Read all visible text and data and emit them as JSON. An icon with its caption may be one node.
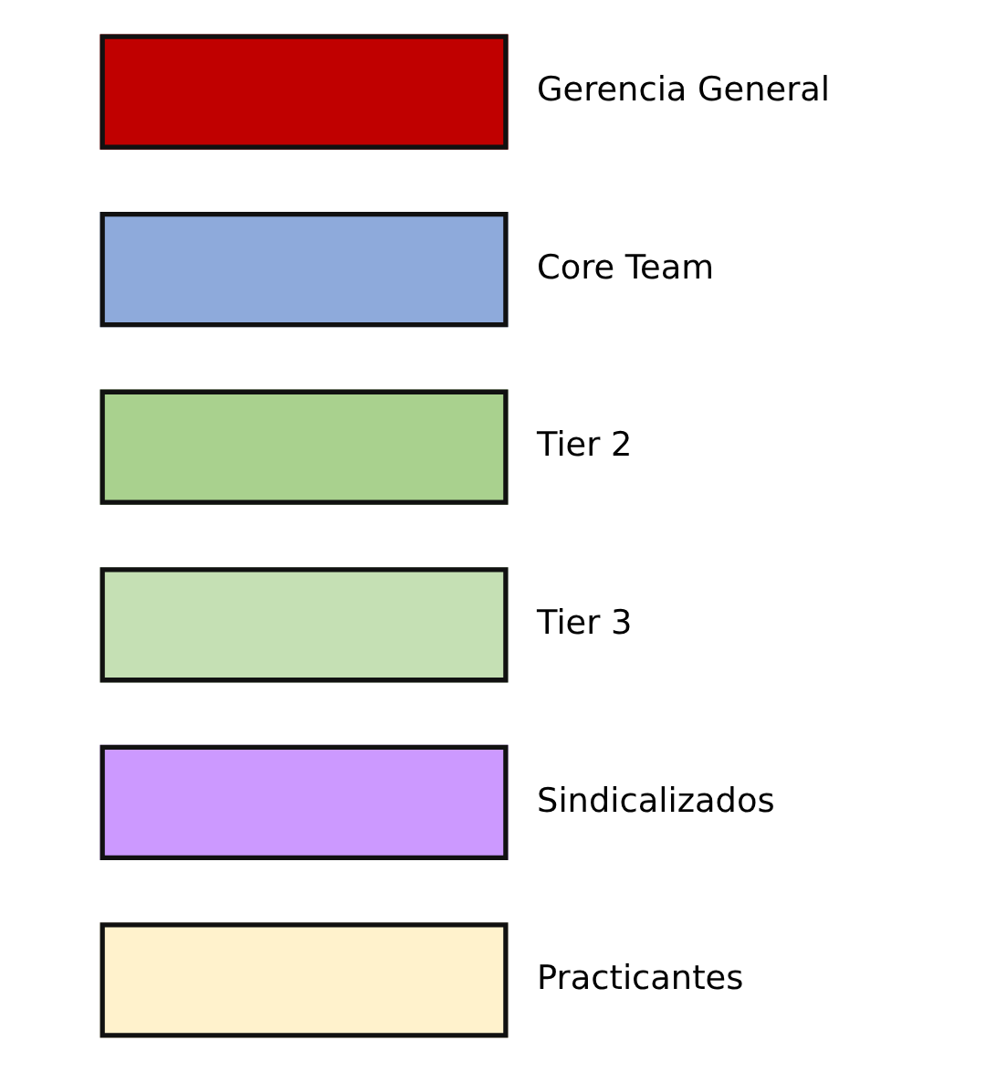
{
  "diagram": {
    "legend": [
      {
        "text": "Gerencia General",
        "color": "#c00000"
      },
      {
        "text": "Core Team",
        "color": "#8eaadb"
      },
      {
        "text": "Tier 2",
        "color": "#a9d18e"
      },
      {
        "text": "Tier 3",
        "color": "#c5e0b4"
      },
      {
        "text": "Sindicalizados",
        "color": "#cc99ff"
      },
      {
        "text": "Practicantes",
        "color": "#fff2cc"
      }
    ]
  }
}
